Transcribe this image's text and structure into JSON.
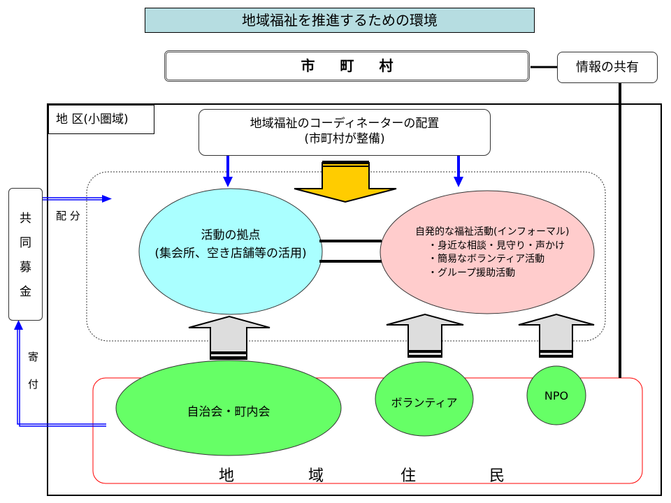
{
  "title": "地域福祉を推進するための環境",
  "municipality": "市町村",
  "info_sharing": "情報の共有",
  "district": "地 区(小圏域)",
  "coordinator": {
    "line1": "地域福祉のコーディネーターの配置",
    "line2": "(市町村が整備)"
  },
  "community_chest": {
    "chars": [
      "共",
      "同",
      "募",
      "金"
    ]
  },
  "distribution_label": "配 分",
  "donation_label": {
    "chars": [
      "寄",
      "付"
    ]
  },
  "activity_base": {
    "line1": "活動の拠点",
    "line2": "(集会所、空き店舗等の活用)"
  },
  "informal_activity": {
    "heading": "自発的な福祉活動(インフォーマル)",
    "items": [
      "・身近な相談・見守り・声かけ",
      "・簡易なボランティア活動",
      "・グループ援助活動"
    ]
  },
  "residents_groups": {
    "neighborhood": "自治会・町内会",
    "volunteer": "ボランティア",
    "npo": "NPO"
  },
  "residents_label": {
    "chars": [
      "地",
      "域",
      "住",
      "民"
    ]
  },
  "colors": {
    "title_bg": "#b6dde1",
    "activity_base_fill": "#aaffff",
    "informal_fill": "#ffcccc",
    "group_fill": "#66ff66",
    "coordinator_arrow": "#ffcc00",
    "up_arrow": "#dddddd",
    "flow_arrow": "#0000ff",
    "residents_border": "#ff0000"
  }
}
